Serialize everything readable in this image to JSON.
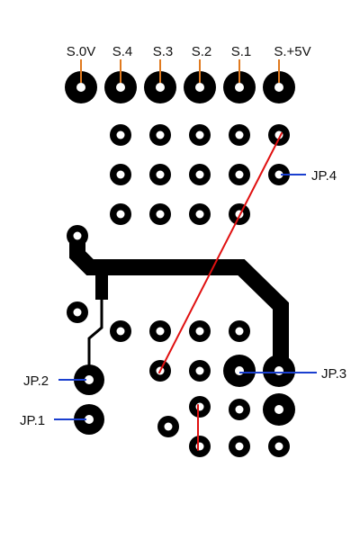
{
  "header_pins": [
    {
      "label": "S.0V"
    },
    {
      "label": "S.4"
    },
    {
      "label": "S.3"
    },
    {
      "label": "S.2"
    },
    {
      "label": "S.1"
    },
    {
      "label": "S.+5V"
    }
  ],
  "jumper_labels": {
    "jp4": "JP.4",
    "jp3": "JP.3",
    "jp2": "JP.2",
    "jp1": "JP.1"
  },
  "colors": {
    "copper": "#000000",
    "pad_hole": "#ffffff",
    "header_leader": "#e07a1f",
    "jumper_leader": "#1a3fcf",
    "wire_link": "#e01010"
  }
}
